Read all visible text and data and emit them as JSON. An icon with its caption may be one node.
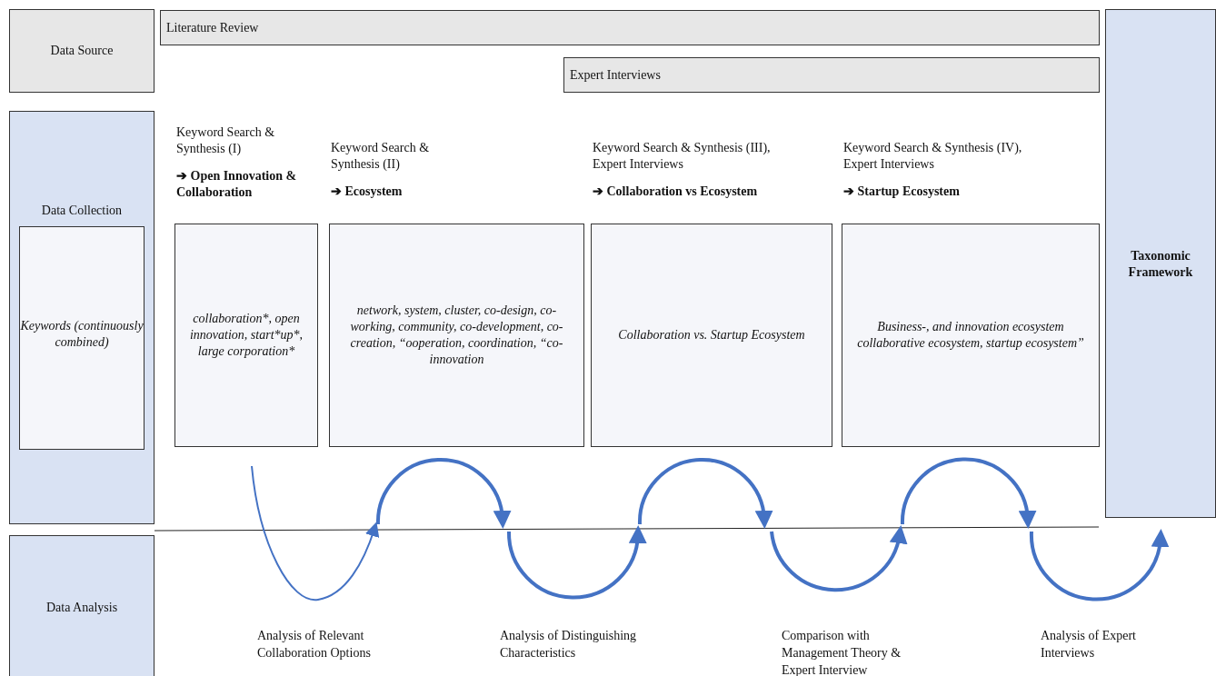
{
  "diagram": {
    "nodes": [
      {
        "text": [
          "Data Source"
        ]
      },
      {
        "text": [
          "Literature Review"
        ]
      },
      {
        "text": [
          "Expert Interviews"
        ]
      },
      {
        "text": [
          "Data Collection"
        ]
      },
      {
        "text": [
          "Keywords (continuously combined)"
        ],
        "in": 3
      },
      {
        "text": [
          "Keyword Search & Synthesis (I)",
          "➔ Open Innovation & Collaboration",
          "collaboration*, open innovation, start*up*, large corporation*"
        ]
      },
      {
        "text": [
          "Keyword Search & Synthesis (II)",
          "➔ Ecosystem",
          "network, system, cluster, co-design, co-working, community,  co-development, co-creation, “ooperation, coordination, “co-innovation"
        ]
      },
      {
        "text": [
          "Keyword Search & Synthesis (III), Expert Interviews",
          "➔ Collaboration vs Ecosystem",
          "Collaboration vs. Startup Ecosystem"
        ]
      },
      {
        "text": [
          "Keyword Search & Synthesis (IV), Expert Interviews",
          "➔ Startup Ecosystem",
          "Business-, and innovation ecosystem collaborative ecosystem, startup ecosystem”"
        ]
      },
      {
        "text": [
          "Taxonomic Framework"
        ]
      },
      {
        "text": [
          "Data Analysis"
        ]
      }
    ],
    "labels": [
      "Analysis of Relevant Collaboration Options",
      "Analysis of Distinguishing Characteristics",
      "Comparison with Management Theory & Expert Interview",
      "Analysis of Expert Interviews"
    ]
  }
}
